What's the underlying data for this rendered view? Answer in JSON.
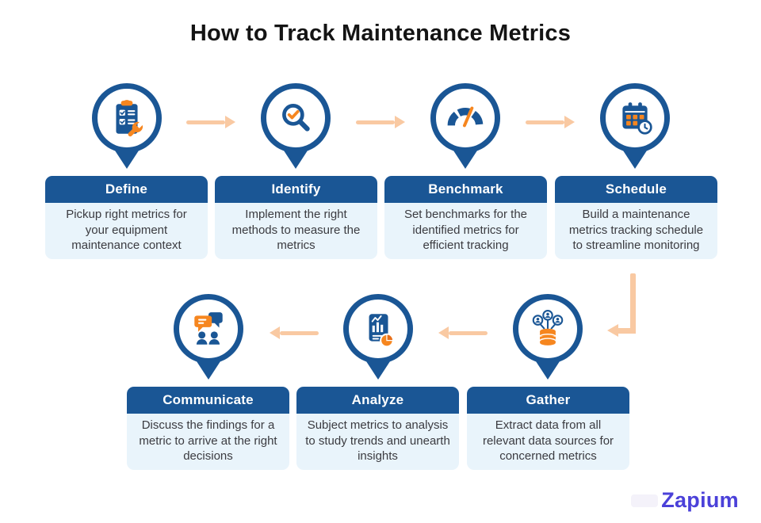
{
  "title": "How to Track Maintenance Metrics",
  "brand": {
    "logo_text": "Zapium",
    "logo_color": "#4B41D9"
  },
  "colors": {
    "primary_blue": "#1A5695",
    "card_body_bg": "#E9F4FB",
    "arrow_peach": "#F9C9A2",
    "accent_orange": "#F6861F",
    "title_text": "#141414",
    "body_text": "#3B3B40"
  },
  "flow": {
    "top_row_direction": "left-to-right",
    "bottom_row_direction": "right-to-left"
  },
  "steps": [
    {
      "title": "Define",
      "description": "Pickup right metrics for your equipment maintenance context",
      "icon": "clipboard-wrench-icon",
      "row": "top",
      "order": 1
    },
    {
      "title": "Identify",
      "description": "Implement the right methods to measure the metrics",
      "icon": "magnifier-check-icon",
      "row": "top",
      "order": 2
    },
    {
      "title": "Benchmark",
      "description": "Set benchmarks for the identified metrics for efficient tracking",
      "icon": "gauge-icon",
      "row": "top",
      "order": 3
    },
    {
      "title": "Schedule",
      "description": "Build a maintenance metrics tracking schedule to streamline monitoring",
      "icon": "calendar-clock-icon",
      "row": "top",
      "order": 4
    },
    {
      "title": "Gather",
      "description": "Extract data from all relevant data sources for concerned metrics",
      "icon": "people-database-icon",
      "row": "bottom",
      "order": 5
    },
    {
      "title": "Analyze",
      "description": "Subject metrics to analysis to study trends and unearth insights",
      "icon": "report-pie-icon",
      "row": "bottom",
      "order": 6
    },
    {
      "title": "Communicate",
      "description": "Discuss the findings for a metric to arrive at the right decisions",
      "icon": "chat-people-icon",
      "row": "bottom",
      "order": 7
    }
  ]
}
